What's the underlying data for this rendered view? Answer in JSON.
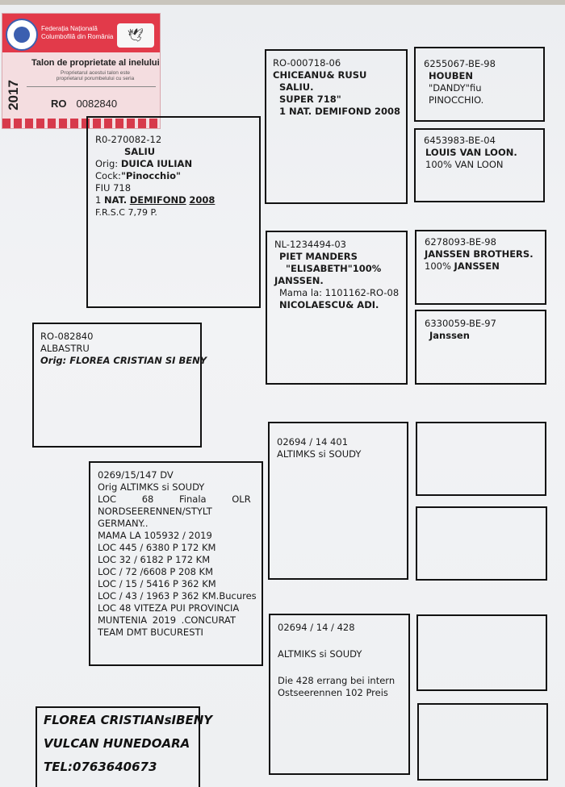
{
  "certificate": {
    "org_line1": "Federația Națională",
    "org_line2": "Columbofilă din România",
    "year": "2017",
    "title": "Talon de proprietate al inelului",
    "sub1": "Proprietarul acestui talon este",
    "sub2": "proprietarul porumbelului cu seria",
    "ring_country": "RO",
    "ring_number": "0082840"
  },
  "subject": {
    "ring": "RO-082840",
    "color": "ALBASTRU",
    "origin": "Orig: FLOREA CRISTIAN SI BENY"
  },
  "sire": {
    "ring": "R0-270082-12",
    "color": "SALIU",
    "origin_label": "Orig:",
    "origin_name": "DUICA IULIAN",
    "cock_label": "Cock:",
    "cock_name": "\"Pinocchio\"",
    "son_of": "FIU 718",
    "award_prefix": "1",
    "award_nat": "NAT.",
    "award_demifond": "DEMIFOND",
    "award_year": "2008",
    "coeff": "F.R.S.C  7,79 P."
  },
  "sire_sire": {
    "ring": "RO-000718-06",
    "line1": "CHICEANU& RUSU",
    "line2": "SALIU.",
    "line3": "SUPER 718\"",
    "line4": "1 NAT. DEMIFOND 2008"
  },
  "sss": {
    "ring": "6255067-BE-98",
    "line1": "HOUBEN",
    "line2": "\"DANDY\"fiu",
    "line3": "PINOCCHIO."
  },
  "ssd": {
    "ring": "6453983-BE-04",
    "line1": "LOUIS VAN LOON.",
    "line2": "100% VAN LOON"
  },
  "sire_dam": {
    "ring": "NL-1234494-03",
    "line1": "PIET MANDERS",
    "line2": "\"ELISABETH\"100%",
    "line3": "JANSSEN.",
    "line4": "Mama la: 1101162-RO-08",
    "line5": "NICOLAESCU& ADI."
  },
  "sds": {
    "ring": "6278093-BE-98",
    "line1": "JANSSEN BROTHERS.",
    "line2_prefix": "100%",
    "line2_name": "JANSSEN"
  },
  "sdd": {
    "ring": "6330059-BE-97",
    "line1": "Janssen"
  },
  "dam": {
    "ring": "0269/15/147 DV",
    "lines": [
      "Orig ALTIMKS si SOUDY",
      "LOC 68 Finala OLR",
      "NORDSEERENNEN/STYLT",
      "GERMANY..",
      "MAMA LA 105932 / 2019",
      "LOC 445 / 6380 P 172 KM",
      "LOC 32 / 6182 P 172 KM",
      "LOC / 72 /6608 P 208 KM",
      "LOC / 15 / 5416 P 362 KM",
      "LOC / 43 / 1963 P 362 KM.Bucures",
      "LOC 48 VITEZA PUI PROVINCIA",
      "MUNTENIA 2019 .CONCURAT",
      "TEAM DMT BUCURESTI"
    ]
  },
  "dam_sire": {
    "ring": "02694 / 14 401",
    "line1": "ALTIMKS si SOUDY"
  },
  "dam_dam": {
    "ring": "02694 / 14 / 428",
    "line1": "ALTMIKS si SOUDY",
    "line2": "Die 428 errang bei intern",
    "line3": "Ostseerennen 102 Preis"
  },
  "contact": {
    "line1": "FLOREA CRISTIANsIBENY",
    "line2": "VULCAN  HUNEDOARA",
    "line3": "TEL:0763640673"
  }
}
